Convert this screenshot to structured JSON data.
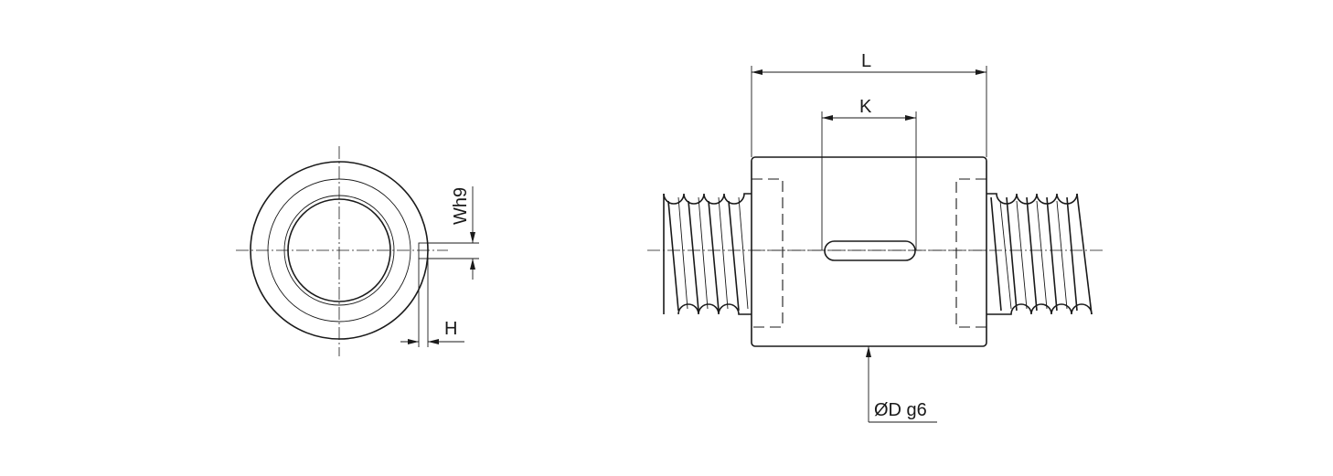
{
  "drawing": {
    "end_view": {
      "dim_width": "Wh9",
      "dim_height": "H"
    },
    "side_view": {
      "dim_length": "L",
      "dim_key_length": "K",
      "dim_diameter": "ØD g6"
    }
  }
}
